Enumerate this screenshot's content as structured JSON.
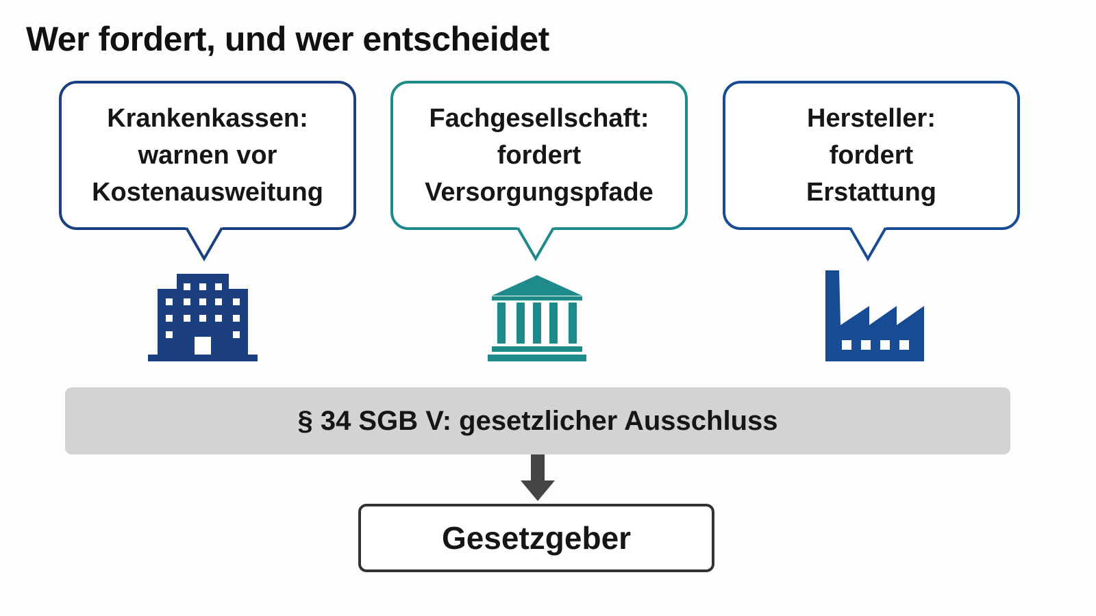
{
  "title": "Wer fordert, und wer entscheidet",
  "stakeholders": [
    {
      "lines": [
        "Krankenkassen:",
        "warnen vor",
        "Kostenausweitung"
      ],
      "icon": "office-building-icon",
      "color": "#1b3f7f"
    },
    {
      "lines": [
        "Fachgesellschaft:",
        "fordert",
        "Versorgungspfade"
      ],
      "icon": "institution-columns-icon",
      "color": "#1f8a8a"
    },
    {
      "lines": [
        "Hersteller:",
        "fordert",
        "Erstattung"
      ],
      "icon": "factory-icon",
      "color": "#174b94"
    }
  ],
  "law_bar": "§ 34 SGB V: gesetzlicher Ausschluss",
  "decision_maker": "Gesetzgeber",
  "colors": {
    "law_bar_bg": "#d3d3d3",
    "arrow": "#444444",
    "text": "#161616"
  }
}
